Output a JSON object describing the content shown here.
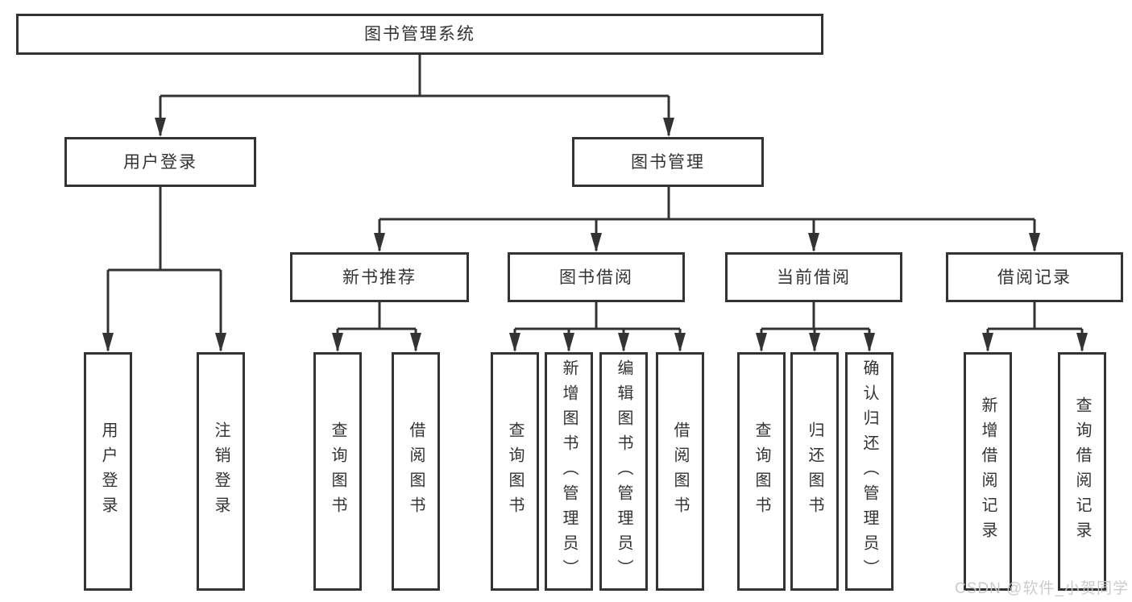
{
  "nodes": {
    "root": "图书管理系统",
    "level2": {
      "user_login": "用户登录",
      "book_management": "图书管理"
    },
    "level3": {
      "new_book_recommend": "新书推荐",
      "book_borrow": "图书借阅",
      "current_borrow": "当前借阅",
      "borrow_records": "借阅记录"
    },
    "leaves": {
      "user_login": [
        "用户登录",
        "注销登录"
      ],
      "new_book_recommend": [
        "查询图书",
        "借阅图书"
      ],
      "book_borrow": [
        "查询图书",
        "新增图书（管理员）",
        "编辑图书（管理员）",
        "借阅图书"
      ],
      "current_borrow": [
        "查询图书",
        "归还图书",
        "确认归还（管理员）"
      ],
      "borrow_records": [
        "新增借阅记录",
        "查询借阅记录"
      ]
    }
  },
  "watermark": "CSDN @软件_小贺同学",
  "colors": {
    "line": "#333333",
    "text": "#333333",
    "box_background": "#ffffff",
    "page_background": "#ffffff",
    "watermark": "#c9c9c9"
  }
}
